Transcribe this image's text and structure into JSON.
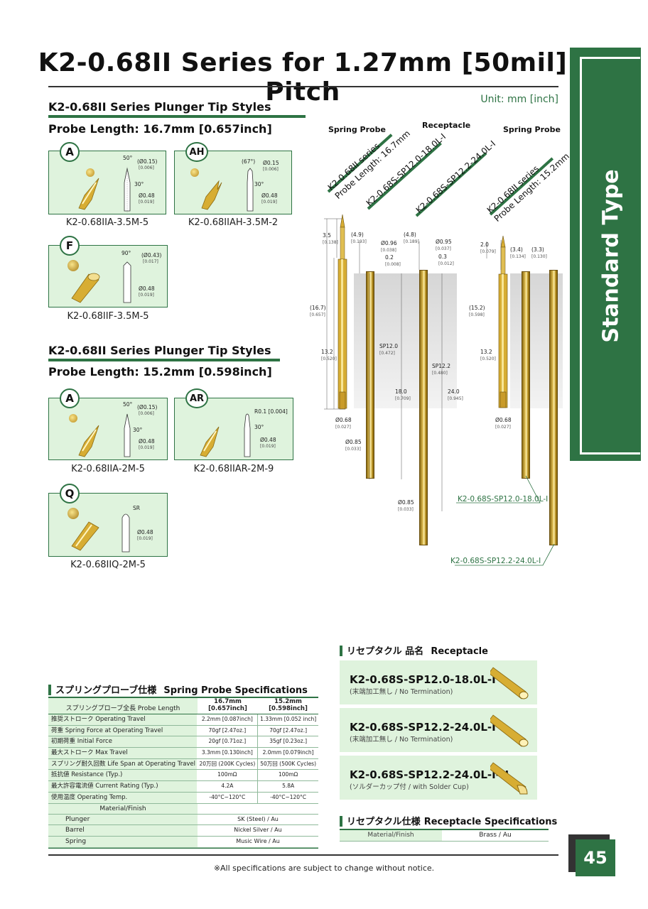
{
  "title": "K2-0.68II Series for 1.27mm [50mil] Pitch",
  "unit": "Unit: mm [inch]",
  "sidebar_label": "Standard Type",
  "page_number": "45",
  "footnote": "※All specifications are subject to change without notice.",
  "colors": {
    "brand_green": "#2e7344",
    "card_green": "#dff3dd",
    "gold": "#d9b447"
  },
  "section1": {
    "heading": "K2-0.68II Series Plunger Tip Styles",
    "probe_length": "Probe Length: 16.7mm [0.657inch]",
    "tips": [
      {
        "badge": "A",
        "model": "K2-0.68IIA-3.5M-5",
        "angle": "50°",
        "angle2": "30°",
        "d1": "(Ø0.15)",
        "d1i": "[0.006]",
        "d2": "Ø0.48",
        "d2i": "[0.019]"
      },
      {
        "badge": "AH",
        "model": "K2-0.68IIAH-3.5M-2",
        "angle": "(67°)",
        "angle2": "30°",
        "d1": "Ø0.15",
        "d1i": "[0.006]",
        "d2": "Ø0.48",
        "d2i": "[0.019]"
      },
      {
        "badge": "F",
        "model": "K2-0.68IIF-3.5M-5",
        "angle": "90°",
        "d1": "(Ø0.43)",
        "d1i": "[0.017]",
        "d2": "Ø0.48",
        "d2i": "[0.019]"
      }
    ]
  },
  "section2": {
    "heading": "K2-0.68II Series Plunger Tip Styles",
    "probe_length": "Probe Length: 15.2mm [0.598inch]",
    "tips": [
      {
        "badge": "A",
        "model": "K2-0.68IIA-2M-5",
        "angle": "50°",
        "angle2": "30°",
        "d1": "(Ø0.15)",
        "d1i": "[0.006]",
        "d2": "Ø0.48",
        "d2i": "[0.019]"
      },
      {
        "badge": "AR",
        "model": "K2-0.68IIAR-2M-9",
        "angle": "R0.1 [0.004]",
        "angle2": "30°",
        "d2": "Ø0.48",
        "d2i": "[0.019]"
      },
      {
        "badge": "Q",
        "model": "K2-0.68IIQ-2M-5",
        "angle": "SR",
        "d2": "Ø0.48",
        "d2i": "[0.019]"
      }
    ]
  },
  "diagram": {
    "label_spring_left": "Spring Probe",
    "label_receptacle": "Receptacle",
    "label_spring_right": "Spring Probe",
    "rot_left": [
      "K2-0.68II series",
      "Probe Length: 16.7mm"
    ],
    "rot_mid1": "K2-0.68S-SP12.0-18.0L-I",
    "rot_mid2": "K2-0.68S-SP12.2-24.0L-I",
    "rot_right": [
      "K2-0.68II series",
      "Probe Length: 15.2mm"
    ],
    "dims": {
      "a": [
        "3.5",
        "[0.138]"
      ],
      "b": [
        "(4.9)",
        "[0.193]"
      ],
      "c": [
        "(4.8)",
        "[0.189]"
      ],
      "d": [
        "Ø0.96",
        "[0.038]"
      ],
      "e": [
        "0.2",
        "[0.008]"
      ],
      "f": [
        "Ø0.95",
        "[0.037]"
      ],
      "g": [
        "0.3",
        "[0.012]"
      ],
      "h": [
        "(16.7)",
        "[0.657]"
      ],
      "i": [
        "13.2",
        "[0.520]"
      ],
      "j": [
        "SP12.0",
        "[0.472]"
      ],
      "k": [
        "SP12.2",
        "[0.480]"
      ],
      "l": [
        "18.0",
        "[0.709]"
      ],
      "m": [
        "24.0",
        "[0.945]"
      ],
      "n": [
        "Ø0.68",
        "[0.027]"
      ],
      "o": [
        "Ø0.85",
        "[0.033]"
      ],
      "p": [
        "Ø0.85",
        "[0.033]"
      ],
      "r1": [
        "2.0",
        "[0.079]"
      ],
      "r2": [
        "(3.4)",
        "[0.134]"
      ],
      "r3": [
        "(3.3)",
        "[0.130]"
      ],
      "r4": [
        "(15.2)",
        "[0.598]"
      ],
      "r5": [
        "13.2",
        "[0.520]"
      ],
      "r6": [
        "Ø0.68",
        "[0.027]"
      ]
    },
    "callout1": "K2-0.68S-SP12.0-18.0L-I",
    "callout2": "K2-0.68S-SP12.2-24.0L-I"
  },
  "spec": {
    "heading_jp": "スプリングプローブ仕様",
    "heading_en": "Spring Probe Specifications",
    "header_label": "スプリングプローブ全長 Probe Length",
    "col1": [
      "16.7mm",
      "[0.657inch]"
    ],
    "col2": [
      "15.2mm",
      "[0.598inch]"
    ],
    "rows": [
      {
        "label": "推奨ストローク Operating Travel",
        "v1": "2.2mm [0.087inch]",
        "v2": "1.33mm [0.052 inch]"
      },
      {
        "label": "荷重 Spring Force at Operating Travel",
        "v1": "70gf [2.47oz.]",
        "v2": "70gf [2.47oz.]"
      },
      {
        "label": "初期荷重 Initial Force",
        "v1": "20gf [0.71oz.]",
        "v2": "35gf [0.23oz.]"
      },
      {
        "label": "最大ストローク Max Travel",
        "v1": "3.3mm [0.130inch]",
        "v2": "2.0mm [0.079inch]"
      },
      {
        "label": "スプリング耐久回数 Life Span at Operating Travel",
        "v1": "20万回 (200K Cycles)",
        "v2": "50万回 (500K Cycles)"
      },
      {
        "label": "抵抗値 Resistance (Typ.)",
        "v1": "100mΩ",
        "v2": "100mΩ"
      },
      {
        "label": "最大許容電流値 Current Rating (Typ.)",
        "v1": "4.2A",
        "v2": "5.8A"
      },
      {
        "label": "使用温度 Operating Temp.",
        "v1": "-40°C~120°C",
        "v2": "-40°C~120°C"
      }
    ],
    "material_label": "Material/Finish",
    "materials": [
      {
        "label": "Plunger",
        "value": "SK (Steel) / Au"
      },
      {
        "label": "Barrel",
        "value": "Nickel Silver / Au"
      },
      {
        "label": "Spring",
        "value": "Music Wire / Au"
      }
    ]
  },
  "receptacle": {
    "heading_jp": "リセプタクル 品名",
    "heading_en": "Receptacle",
    "items": [
      {
        "name": "K2-0.68S-SP12.0-18.0L-I",
        "sub": "(末端加工無し / No Termination)"
      },
      {
        "name": "K2-0.68S-SP12.2-24.0L-I",
        "sub": "(末端加工無し / No Termination)"
      },
      {
        "name": "K2-0.68S-SP12.2-24.0L-I-U",
        "sub": "(ソルダーカップ付 / with Solder Cup)"
      }
    ],
    "spec_heading_jp": "リセプタクル仕様",
    "spec_heading_en": "Receptacle Specifications",
    "spec_label": "Material/Finish",
    "spec_value": "Brass / Au"
  }
}
